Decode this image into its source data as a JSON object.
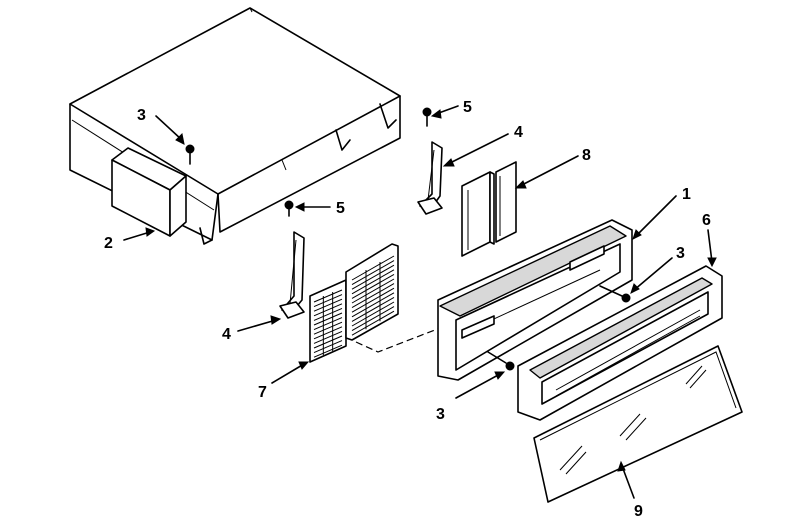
{
  "callouts": {
    "c1": "1",
    "c2": "2",
    "c3a": "3",
    "c3b": "3",
    "c3c": "3",
    "c4a": "4",
    "c4b": "4",
    "c5a": "5",
    "c5b": "5",
    "c6": "6",
    "c7": "7",
    "c8": "8",
    "c9": "9"
  }
}
